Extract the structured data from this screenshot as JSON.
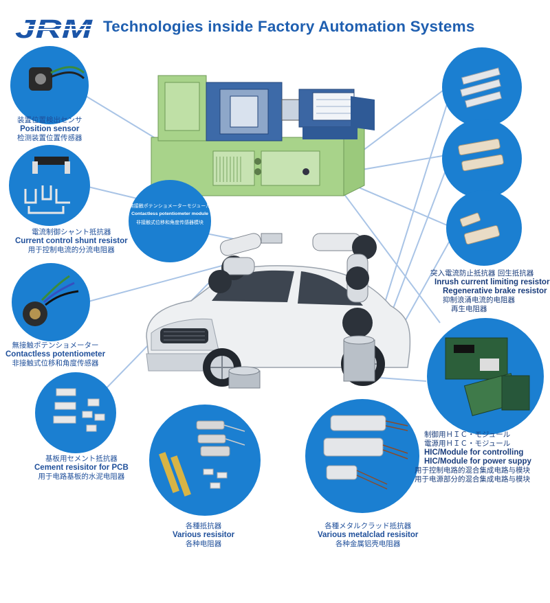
{
  "header": {
    "logo_text": "JRM",
    "title": "Technologies inside Factory Automation Systems"
  },
  "colors": {
    "circle_blue": "#1b7fd1",
    "circle_dark": "#0f5ea8",
    "title_blue": "#1f5fb0",
    "caption_blue": "#1f4f9a",
    "machine_green": "#a8d38a",
    "connector_line": "#a9c4e6"
  },
  "items": {
    "position_sensor": {
      "jp": "装置位置検出センサ",
      "en": "Position sensor",
      "cn": "检测装置位置传感器"
    },
    "shunt_resistor": {
      "jp": "電流制御シャント抵抗器",
      "en": "Current control shunt resistor",
      "cn": "用于控制电流的分流电阻器"
    },
    "contactless_module": {
      "jp": "無接触ポテンショメーターモジュール",
      "en": "Contactless potentiometer module",
      "cn": "非接触式位移和角度传感器模块"
    },
    "contactless_potentiometer": {
      "jp": "無接触ポテンショメーター",
      "en": "Contactless potentiometer",
      "cn": "非接触式位移和角度传感器"
    },
    "cement_resistor": {
      "jp": "基板用セメント抵抗器",
      "en": "Cement resisitor for PCB",
      "cn": "用于电路基板的水泥电阻器"
    },
    "various_resistor": {
      "jp": "各種抵抗器",
      "en": "Various resisitor",
      "cn": "各种电阻器"
    },
    "metalclad_resistor": {
      "jp": "各種メタルクラッド抵抗器",
      "en": "Various metalclad resisitor",
      "cn": "各种金属铝壳电阻器"
    },
    "inrush_resistor": {
      "jp": "突入電流防止抵抗器 回生抵抗器",
      "en1": "Inrush current limiting resistor",
      "en2": "Regenerative brake resistor",
      "cn1": "抑制浪涌电流的电阻器",
      "cn2": "再生电阻器"
    },
    "hic_module": {
      "jp1": "制御用ＨＩＣ・モジュール",
      "jp2": "電源用ＨＩＣ・モジュール",
      "en1": "HIC/Module for controlling",
      "en2": "HIC/Module for power suppy",
      "cn1": "用于控制电路的混合集成电路与模块",
      "cn2": "用于电源部分的混合集成电路与模块"
    }
  },
  "icons": {
    "machine": "injection-molding-machine",
    "car": "car-illustration",
    "robot_left": "robot-arm",
    "robot_right": "robot-arm"
  }
}
